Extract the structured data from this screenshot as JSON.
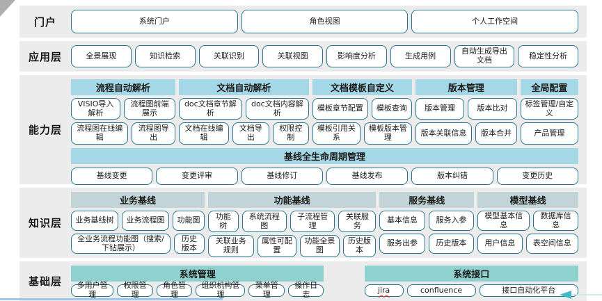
{
  "colors": {
    "capability_header": "#a5d8e6",
    "knowledge_header": "#c2d4d7",
    "base_header": "#8ed1cf",
    "button_border": "#26748f",
    "band_background": "#ececec",
    "bottom_line": "#9fc5e8",
    "arrow_teal": "#41b9c7"
  },
  "layers": {
    "portal": {
      "label": "门户",
      "buttons": [
        "系统门户",
        "角色视图",
        "个人工作空间"
      ]
    },
    "application": {
      "label": "应用层",
      "buttons": [
        "全景展现",
        "知识检索",
        "关联识别",
        "关联视图",
        "影响度分析",
        "生成用例",
        "自动生成导出文档",
        "稳定性分析"
      ]
    },
    "capability": {
      "label": "能力层",
      "groups": [
        {
          "title": "流程自动解析",
          "rows": [
            [
              "VISIO导入解析",
              "流程图前端展示"
            ],
            [
              "流程图在线编辑",
              "流程图导出"
            ]
          ]
        },
        {
          "title": "文档自动解析",
          "rows": [
            [
              "doc文档章节解析",
              "doc文档内容解析"
            ],
            [
              "文档在线编辑",
              "文档导出",
              "权限控制"
            ]
          ]
        },
        {
          "title": "文档模板自定义",
          "rows": [
            [
              "模板章节配置",
              "模板查询"
            ],
            [
              "模板引用关系",
              "模板版本管理"
            ]
          ]
        },
        {
          "title": "版本管理",
          "rows": [
            [
              "版本管理",
              "版本比对"
            ],
            [
              "版本关联信息",
              "版本合并"
            ]
          ]
        },
        {
          "title": "全局配置",
          "rows": [
            [
              "标签管理/自定义"
            ],
            [
              "产品管理"
            ]
          ]
        }
      ],
      "baseline": {
        "title": "基线全生命周期管理",
        "buttons": [
          "基线变更",
          "变更评审",
          "基线修订",
          "基线发布",
          "版本纠错",
          "变更历史"
        ]
      }
    },
    "knowledge": {
      "label": "知识层",
      "groups": [
        {
          "title": "业务基线",
          "rows": [
            [
              "业务基线树",
              "业务流程图",
              "功能图"
            ],
            [
              "全业务流程功能图（搜索/下钻展示）",
              "历史版本"
            ]
          ]
        },
        {
          "title": "功能基线",
          "rows": [
            [
              "功能树",
              "系统流程图",
              "子流程管理",
              "关联服务"
            ],
            [
              "关联业务规则",
              "属性可配置",
              "功能全景图",
              "历史版本"
            ]
          ]
        },
        {
          "title": "服务基线",
          "rows": [
            [
              "基本信息",
              "服务入参"
            ],
            [
              "服务出参",
              "历史版本"
            ]
          ]
        },
        {
          "title": "模型基线",
          "rows": [
            [
              "模型基本信息",
              "数据库信息"
            ],
            [
              "用户信息",
              "表空间信息"
            ]
          ]
        }
      ]
    },
    "base": {
      "label": "基础层",
      "groups": [
        {
          "title": "系统管理",
          "buttons": [
            "多用户管理",
            "权限管理",
            "角色管理",
            "组织机构管理",
            "菜单管理",
            "操作日志"
          ]
        },
        {
          "title": "系统接口",
          "buttons": [
            "jira",
            "confluence",
            "接口自动化平台"
          ]
        }
      ]
    }
  }
}
